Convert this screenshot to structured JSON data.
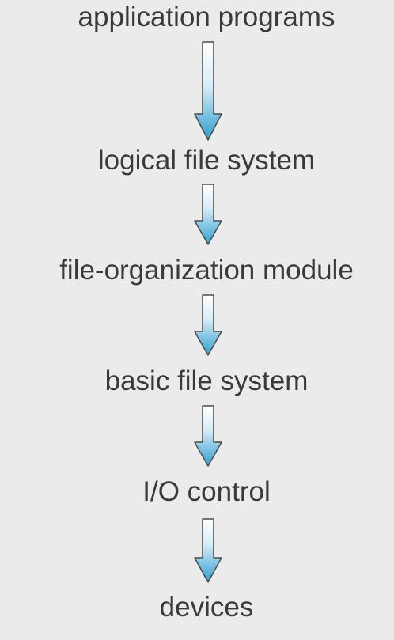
{
  "diagram": {
    "layers": [
      "application programs",
      "logical file system",
      "file-organization module",
      "basic file system",
      "I/O control",
      "devices"
    ],
    "colors": {
      "background": "#ebebeb",
      "text": "#3a3a3a",
      "arrow_top": "#ffffff",
      "arrow_bottom": "#2a9fd0",
      "arrow_outline": "#4a4a4a"
    }
  }
}
